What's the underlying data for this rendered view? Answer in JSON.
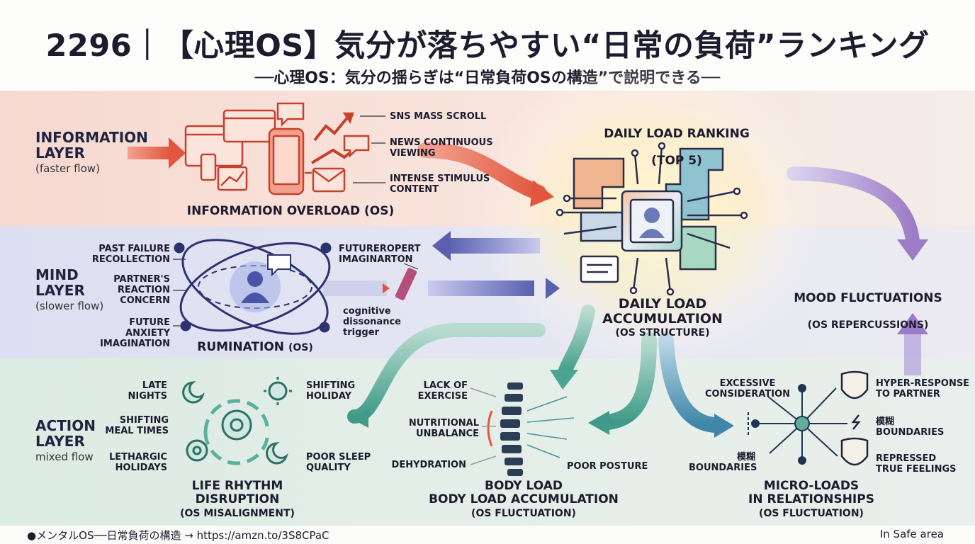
{
  "header": {
    "title": "2296｜【心理OS】気分が落ちやすい“日常の負荷”ランキング",
    "subtitle": "──心理OS：気分の揺らぎは“日常負荷OSの構造”で説明できる──"
  },
  "layers": {
    "information": {
      "name": "INFORMATION\nLAYER",
      "flow": "(faster flow)"
    },
    "mind": {
      "name": "MIND\nLAYER",
      "flow": "(slower flow)"
    },
    "action": {
      "name": "ACTION\nLAYER",
      "flow": "mixed flow"
    }
  },
  "information": {
    "items": [
      "SNS MASS SCROLL",
      "NEWS CONTINUOUS\nVIEWING",
      "INTENSE STIMULUS\nCONTENT"
    ],
    "caption": "INFORMATION OVERLOAD (OS)"
  },
  "center": {
    "ranking_title": "DAILY LOAD RANKING",
    "ranking_sub": "(TOP 5)",
    "title": "DAILY LOAD\nACCUMULATION",
    "sub": "(OS STRUCTURE)"
  },
  "mind": {
    "items": [
      "PAST FAILURE\nRECOLLECTION",
      "PARTNER'S\nREACTION\nCONCERN",
      "FUTURE ANXIETY\nIMAGINATION"
    ],
    "right_label": "FUTUREROPERT\nIMAGINARTON",
    "trigger": "cognitive\ndissonance\ntrigger",
    "caption": "RUMINATION",
    "caption_sub": "(OS)"
  },
  "mood": {
    "title": "MOOD FLUCTUATIONS",
    "sub": "(OS REPERCUSSIONS)"
  },
  "life_rhythm": {
    "items_left": [
      "LATE\nNIGHTS",
      "SHIFTING\nMEAL TIMES",
      "LETHARGIC\nHOLIDAYS"
    ],
    "items_right": [
      "SHIFTING\nHOLIDAY",
      "POOR SLEEP\nQUALITY"
    ],
    "caption": "LIFE RHYTHM\nDISRUPTION",
    "sub": "(OS MISALIGNMENT)"
  },
  "body": {
    "items_left": [
      "LACK OF\nEXERCISE",
      "NUTRITIONAL\nUNBALANCE",
      "DEHYDRATION"
    ],
    "items_right": [
      "POOR POSTURE"
    ],
    "caption": "BODY LOAD\nBODY LOAD ACCUMULATION",
    "sub": "(OS FLUCTUATION)"
  },
  "relationships": {
    "items_left": [
      "EXCESSIVE\nCONSIDERATION",
      "模糊\nBOUNDARIES"
    ],
    "items_right": [
      "HYPER-RESPONSE\nTO PARTNER",
      "模糊\nBOUNDARIES",
      "REPRESSED\nTRUE FEELINGS"
    ],
    "caption": "MICRO-LOADS\nIN RELATIONSHIPS",
    "sub": "(OS FLUCTUATION)"
  },
  "footer": {
    "left": "●メンタルOS──日常負荷の構造 → https://amzn.to/3S8CPaC",
    "right": "In Safe area"
  },
  "colors": {
    "info": "#e2563f",
    "mind": "#4a4f9a",
    "action": "#3f9a88",
    "mood": "#8e6bb8"
  },
  "icons": [
    "smartphone-icon",
    "browser-window-icon",
    "chat-bubble-icon",
    "trend-arrow-icon",
    "mail-icon",
    "person-icon",
    "orbit-icon",
    "circuit-chip-icon",
    "gear-icon",
    "moon-icon",
    "sun-icon",
    "spine-icon",
    "theater-mask-icon",
    "network-node-icon"
  ]
}
